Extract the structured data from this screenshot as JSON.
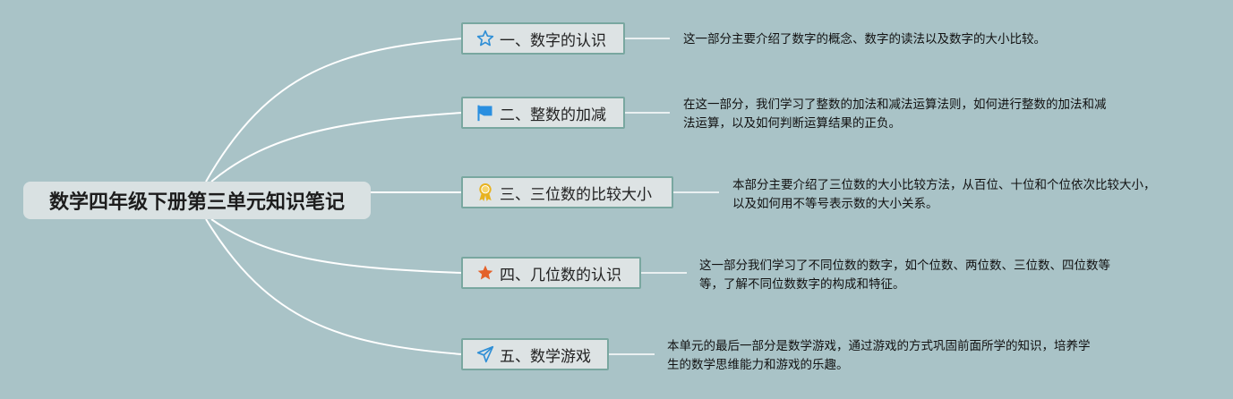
{
  "root": {
    "title": "数学四年级下册第三单元知识笔记"
  },
  "topics": [
    {
      "label": "一、数字的认识",
      "icon": "star-outline-icon",
      "icon_color": "#2f8fd6",
      "note_lines": [
        "这一部分主要介绍了数字的概念、数字的读法以及数字的大小比较。"
      ]
    },
    {
      "label": "二、整数的加减",
      "icon": "flag-icon",
      "icon_color": "#2a8fe0",
      "note_lines": [
        "在这一部分，我们学习了整数的加法和减法运算法则，如何进行整数的加法和减",
        "法运算，以及如何判断运算结果的正负。"
      ]
    },
    {
      "label": "三、三位数的比较大小",
      "icon": "award-medal-icon",
      "icon_color": "#e8b21e",
      "note_lines": [
        "本部分主要介绍了三位数的大小比较方法，从百位、十位和个位依次比较大小，",
        "以及如何用不等号表示数的大小关系。"
      ]
    },
    {
      "label": "四、几位数的认识",
      "icon": "star-filled-icon",
      "icon_color": "#e4622a",
      "note_lines": [
        "这一部分我们学习了不同位数的数字，如个位数、两位数、三位数、四位数等",
        "等，了解不同位数数字的构成和特征。"
      ]
    },
    {
      "label": "五、数学游戏",
      "icon": "paper-plane-icon",
      "icon_color": "#2f8fd6",
      "note_lines": [
        "本单元的最后一部分是数学游戏，通过游戏的方式巩固前面所学的知识，培养学",
        "生的数学思维能力和游戏的乐趣。"
      ]
    }
  ]
}
